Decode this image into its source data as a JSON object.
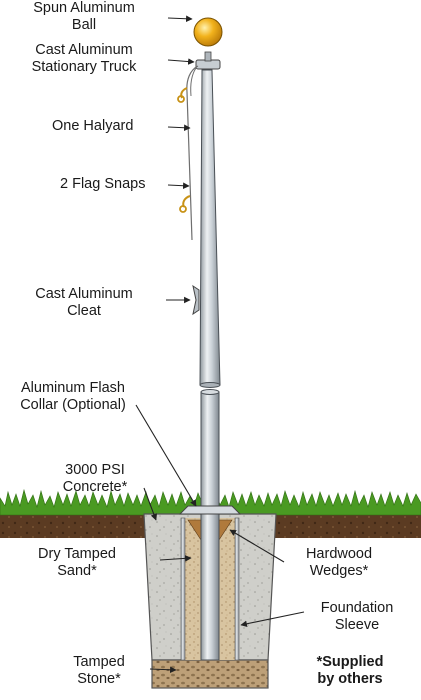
{
  "labels": {
    "ball": [
      "Spun Aluminum",
      "Ball"
    ],
    "truck": [
      "Cast Aluminum",
      "Stationary Truck"
    ],
    "halyard": [
      "One Halyard"
    ],
    "snaps": [
      "2 Flag Snaps"
    ],
    "cleat": [
      "Cast Aluminum",
      "Cleat"
    ],
    "collar": [
      "Aluminum Flash",
      "Collar (Optional)"
    ],
    "concrete": [
      "3000 PSI",
      "Concrete*"
    ],
    "sand": [
      "Dry Tamped",
      "Sand*"
    ],
    "wedges": [
      "Hardwood",
      "Wedges*"
    ],
    "sleeve": [
      "Foundation",
      "Sleeve"
    ],
    "stone": [
      "Tamped",
      "Stone*"
    ],
    "supplied": [
      "*Supplied",
      "by others"
    ]
  },
  "colors": {
    "ball": "#f2b21c",
    "pole": "#c9d0d6",
    "grass": "#4a9a22",
    "soil": "#5a3a22",
    "concrete": "#c9c9c4",
    "sand": "#d9c6a2",
    "stone": "#b89a72"
  }
}
